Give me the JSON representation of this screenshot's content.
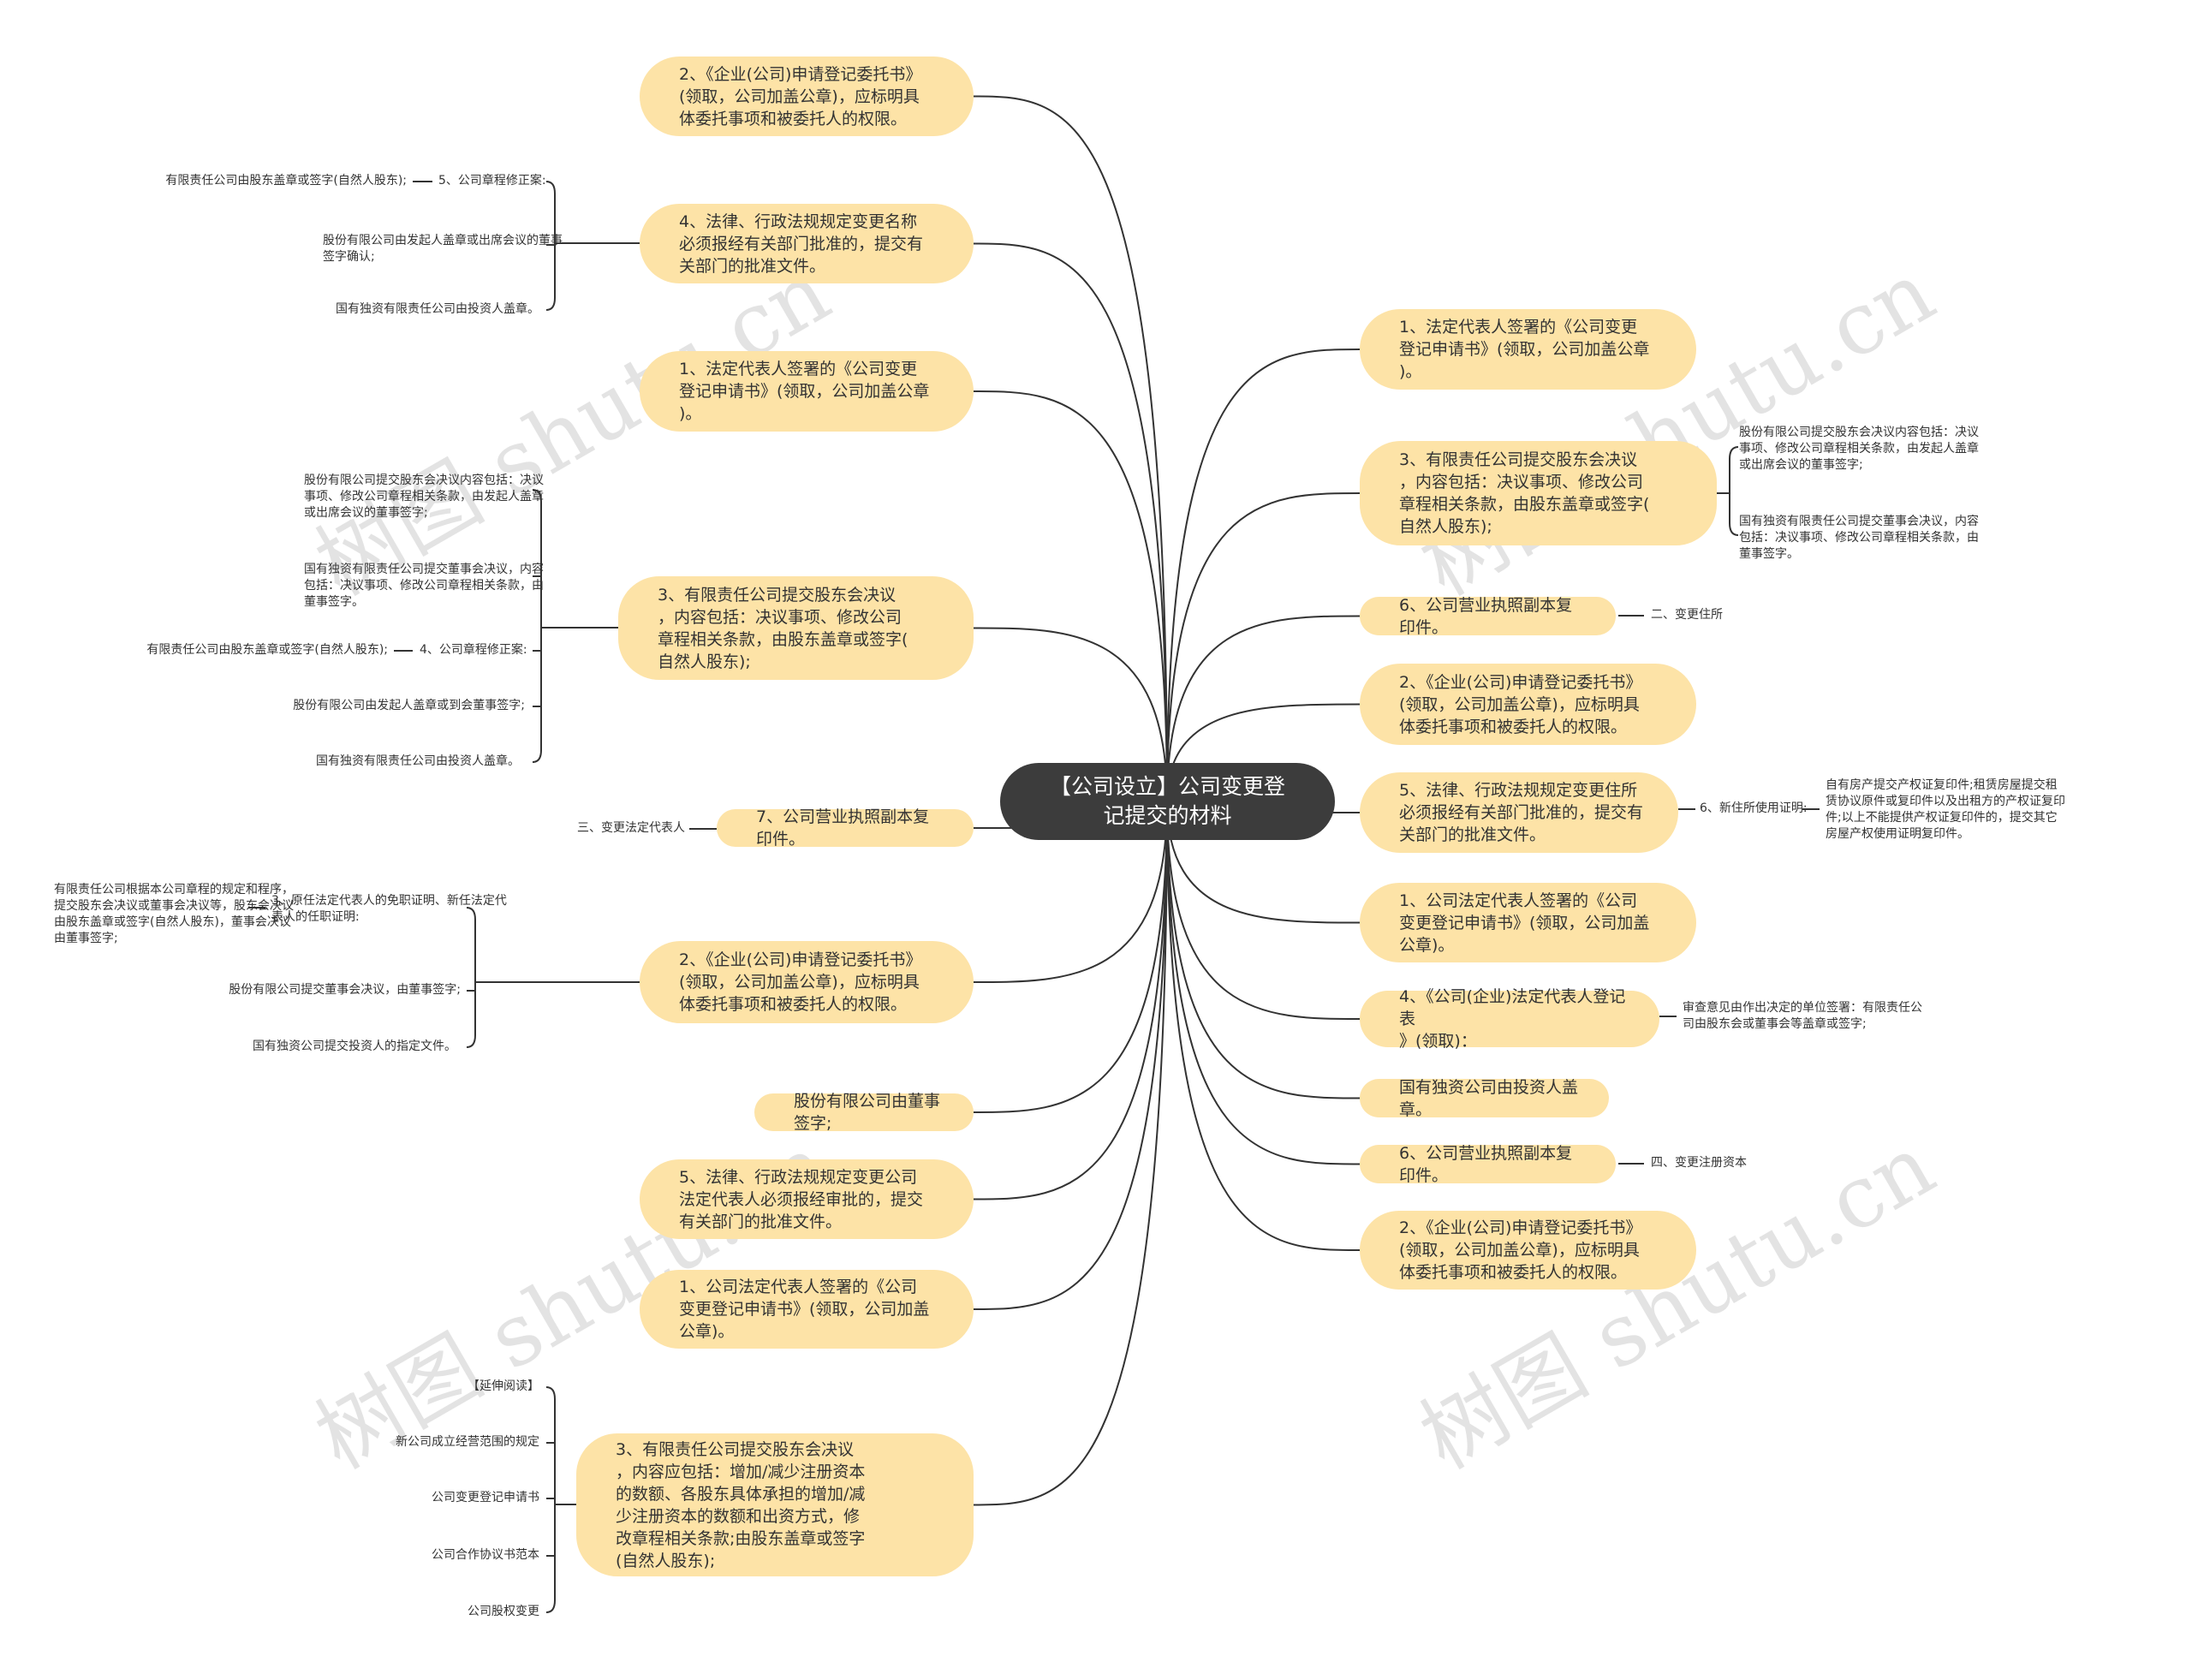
{
  "center": {
    "title": "【公司设立】公司变更登\n记提交的材料"
  },
  "colors": {
    "node": "#fde3a7",
    "center": "#3c3c3c",
    "line": "#333333"
  },
  "watermark": "树图 shutu.cn",
  "left_nodes": [
    {
      "text": "2、《企业(公司)申请登记委托书》\n(领取，公司加盖公章)，应标明具\n体委托事项和被委托人的权限。"
    },
    {
      "text": "4、法律、行政法规规定变更名称\n必须报经有关部门批准的，提交有\n关部门的批准文件。"
    },
    {
      "text": "1、法定代表人签署的《公司变更\n登记申请书》(领取，公司加盖公章\n)。"
    },
    {
      "text": "3、有限责任公司提交股东会决议\n，内容包括：决议事项、修改公司\n章程相关条款，由股东盖章或签字(\n自然人股东);"
    },
    {
      "text": "7、公司营业执照副本复印件。"
    },
    {
      "text": "2、《企业(公司)申请登记委托书》\n(领取，公司加盖公章)，应标明具\n体委托事项和被委托人的权限。"
    },
    {
      "text": "股份有限公司由董事签字;"
    },
    {
      "text": "5、法律、行政法规规定变更公司\n法定代表人必须报经审批的，提交\n有关部门的批准文件。"
    },
    {
      "text": "1、公司法定代表人签署的《公司\n变更登记申请书》(领取，公司加盖\n公章)。"
    },
    {
      "text": "3、有限责任公司提交股东会决议\n，内容应包括：增加/减少注册资本\n的数额、各股东具体承担的增加/减\n少注册资本的数额和出资方式，修\n改章程相关条款;由股东盖章或签字\n(自然人股东);"
    }
  ],
  "right_nodes": [
    {
      "text": "1、法定代表人签署的《公司变更\n登记申请书》(领取，公司加盖公章\n)。"
    },
    {
      "text": "3、有限责任公司提交股东会决议\n，内容包括：决议事项、修改公司\n章程相关条款，由股东盖章或签字(\n自然人股东);"
    },
    {
      "text": "6、公司营业执照副本复印件。"
    },
    {
      "text": "2、《企业(公司)申请登记委托书》\n(领取，公司加盖公章)，应标明具\n体委托事项和被委托人的权限。"
    },
    {
      "text": "5、法律、行政法规规定变更住所\n必须报经有关部门批准的，提交有\n关部门的批准文件。"
    },
    {
      "text": "1、公司法定代表人签署的《公司\n变更登记申请书》(领取，公司加盖\n公章)。"
    },
    {
      "text": "4、《公司(企业)法定代表人登记表\n》(领取)："
    },
    {
      "text": "国有独资公司由投资人盖章。"
    },
    {
      "text": "6、公司营业执照副本复印件。"
    },
    {
      "text": "2、《企业(公司)申请登记委托书》\n(领取，公司加盖公章)，应标明具\n体委托事项和被委托人的权限。"
    }
  ],
  "leaves": {
    "name_change": {
      "amend_label": "5、公司章程修正案:",
      "amend_llc": "有限责任公司由股东盖章或签字(自然人股东);",
      "joint_stock": "股份有限公司由发起人盖章或出席会议的董事\n签字确认;",
      "state_owned": "国有独资有限责任公司由投资人盖章。"
    },
    "resolution": {
      "joint_stock_resolution": "股份有限公司提交股东会决议内容包括：决议\n事项、修改公司章程相关条款，由发起人盖章\n或出席会议的董事签字;",
      "state_owned_resolution": "国有独资有限责任公司提交董事会决议，内容\n包括：决议事项、修改公司章程相关条款，由\n董事签字。",
      "amend_llc": "有限责任公司由股东盖章或签字(自然人股东);",
      "amend_label": "4、公司章程修正案:",
      "joint_stock_sign": "股份有限公司由发起人盖章或到会董事签字;",
      "state_owned_sign": "国有独资有限责任公司由投资人盖章。"
    },
    "legal_rep_section": "三、变更法定代表人",
    "legal_rep": {
      "llc_detail": "有限责任公司根据本公司章程的规定和程序，\n提交股东会决议或董事会决议等，股东会决议\n由股东盖章或签字(自然人股东)，董事会决议\n由董事签字;",
      "proof_label": "3、原任法定代表人的免职证明、新任法定代\n表人的任职证明:",
      "joint_stock": "股份有限公司提交董事会决议，由董事签字;",
      "state_owned": "国有独资公司提交投资人的指定文件。"
    },
    "further_reading": [
      "【延伸阅读】",
      "新公司成立经营范围的规定",
      "公司变更登记申请书",
      "公司合作协议书范本",
      "公司股权变更"
    ],
    "right_resolution": {
      "joint_stock": "股份有限公司提交股东会决议内容包括：决议\n事项、修改公司章程相关条款，由发起人盖章\n或出席会议的董事签字;",
      "state_owned": "国有独资有限责任公司提交董事会决议，内容\n包括：决议事项、修改公司章程相关条款，由\n董事签字。"
    },
    "address_section": "二、变更住所",
    "new_address_label": "6、新住所使用证明:",
    "new_address_detail": "自有房产提交产权证复印件;租赁房屋提交租\n赁协议原件或复印件以及出租方的产权证复印\n件;以上不能提供产权证复印件的，提交其它\n房屋产权使用证明复印件。",
    "review_opinion": "审查意见由作出决定的单位签署：有限责任公\n司由股东会或董事会等盖章或签字;",
    "capital_section": "四、变更注册资本"
  }
}
